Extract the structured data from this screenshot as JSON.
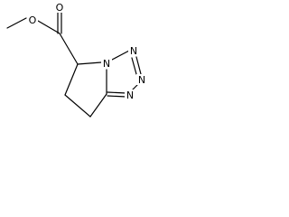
{
  "molecule": {
    "atoms": {
      "carbonyl_o": "O",
      "ester_o": "O",
      "n1": "N",
      "n2": "N",
      "n3": "N",
      "n4": "N"
    },
    "colors": {
      "bond": "#000000",
      "label": "#000000",
      "background": "#ffffff"
    }
  }
}
